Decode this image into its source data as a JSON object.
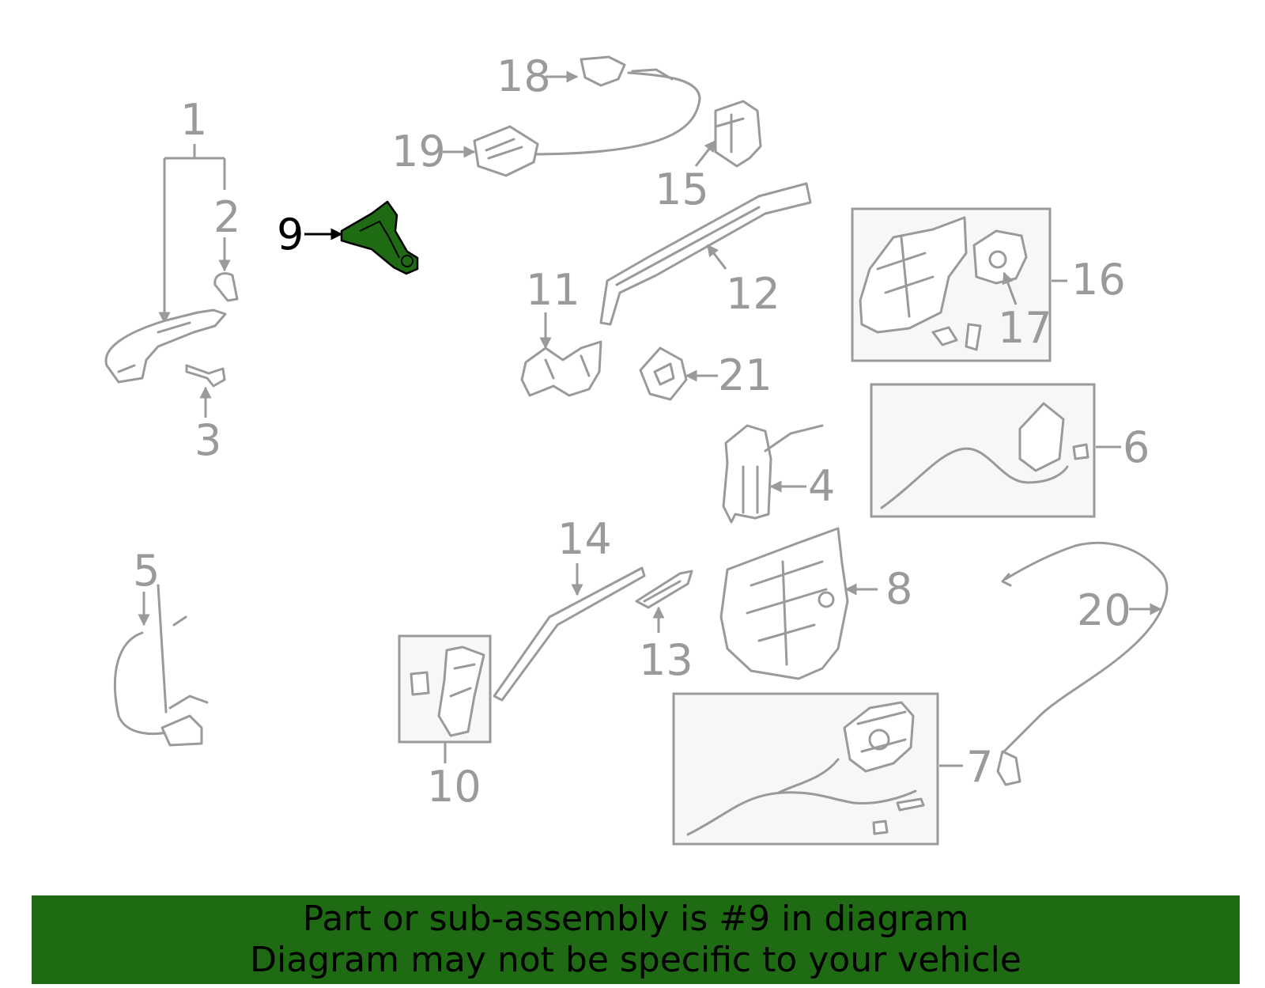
{
  "diagram": {
    "highlighted_part": "9",
    "highlight_color": "#1f6b14",
    "line_color": "#9a9a9a",
    "callouts": {
      "c1": "1",
      "c2": "2",
      "c3": "3",
      "c4": "4",
      "c5": "5",
      "c6": "6",
      "c7": "7",
      "c8": "8",
      "c9": "9",
      "c10": "10",
      "c11": "11",
      "c12": "12",
      "c13": "13",
      "c14": "14",
      "c15": "15",
      "c16": "16",
      "c17": "17",
      "c18": "18",
      "c19": "19",
      "c20": "20",
      "c21": "21"
    }
  },
  "banner": {
    "line1": "Part or sub-assembly is #9 in diagram",
    "line2": "Diagram may not be specific to your vehicle",
    "background": "#1f6b14"
  }
}
